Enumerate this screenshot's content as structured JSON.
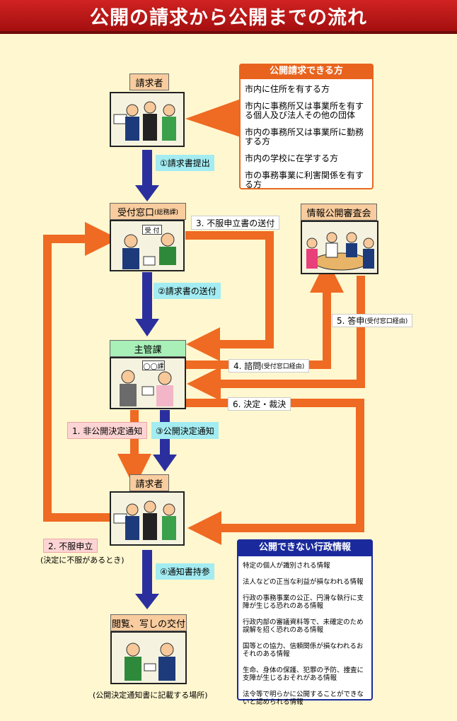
{
  "title": "公開の請求から公開までの流れ",
  "nodes": {
    "requester_top": "請求者",
    "reception": "受付窓口",
    "reception_sub": "(総務課)",
    "review_board": "情報公開審査会",
    "department": "主管課",
    "requester_bottom": "請求者",
    "viewing": "閲覧、写しの交付"
  },
  "signs": {
    "uketsuke": "受 付",
    "maru": "◯◯課"
  },
  "steps": {
    "s1": "①請求書提出",
    "s2": "②請求書の送付",
    "s3": "③公開決定通知",
    "s4": "④通知書持参",
    "e1": "1. 非公開決定通知",
    "e2": "2. 不服申立",
    "e3": "3. 不服申立書の送付",
    "e4": "4. 諮問",
    "e4_sub": "(受付窓口経由)",
    "e5": "5. 答申",
    "e5_sub": "(受付窓口経由)",
    "e6": "6. 決定・裁決"
  },
  "notes": {
    "objection_condition": "(決定に不服があるとき)",
    "viewing_place": "(公開決定通知書に記載する場所)"
  },
  "eligible": {
    "title": "公開請求できる方",
    "items": [
      "市内に住所を有する方",
      "市内に事務所又は事業所を有する個人及び法人その他の団体",
      "市内の事務所又は事業所に勤務する方",
      "市内の学校に在学する方",
      "市の事務事業に利害関係を有する方"
    ]
  },
  "restricted": {
    "title": "公開できない行政情報",
    "items": [
      "特定の個人が識別される情報",
      "法人などの正当な利益が損なわれる情報",
      "行政の事務事業の公正、円滑な執行に支障が生じる恐れのある情報",
      "行政内部の審議資料等で、未確定のため誤解を招く恐れのある情報",
      "国等との協力、信頼関係が損なわれるおそれのある情報",
      "生命、身体の保護、犯罪の予防、捜査に支障が生じるおそれがある情報",
      "法令等で明らかに公開することができないと認められる情報"
    ]
  },
  "colors": {
    "blue_arrow": "#2b2f9e",
    "orange_arrow": "#ef6a22",
    "title_red": "#b81414"
  }
}
